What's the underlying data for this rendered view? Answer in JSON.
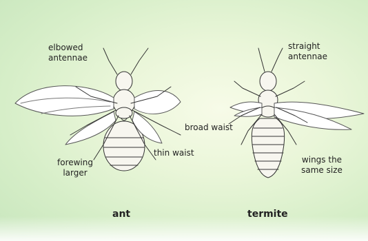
{
  "labels": {
    "elbowed_antennae": "elbowed\nantennae",
    "straight_antennae": "straight\nantennae",
    "broad_waist": "broad waist",
    "thin_waist": "thin waist",
    "forewing_larger": "forewing\nlarger",
    "wings_same_size": "wings the\nsame size"
  },
  "captions": {
    "ant": "ant",
    "termite": "termite"
  },
  "colors": {
    "background_center": "#f7fbe8",
    "background_edge": "#c8e6bd",
    "ink": "#222222"
  }
}
